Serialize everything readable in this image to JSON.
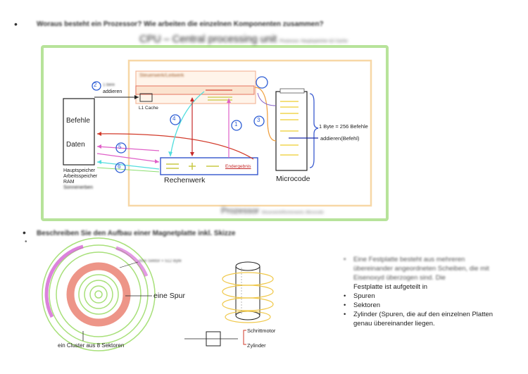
{
  "section1": {
    "bullet": "•",
    "question": "Woraus besteht ein Prozessor? Wie arbeiten die einzelnen Komponenten zusammen?"
  },
  "cpu": {
    "title": "CPU – Central processing unit",
    "title_small": "Prozessor, Hauptspeicher &2 Cache",
    "steuerwerk": "Steuerwerk/Leitwerk",
    "l1_cache": "L1 Cache",
    "memory_box": {
      "line1": "Befehle",
      "line2": "Daten"
    },
    "memory_caption": [
      "Hauptspeicher",
      "Arbeitsspeicher",
      "RAM",
      "Sonnenerben"
    ],
    "step1_num": "1",
    "step1_a": "1 bere",
    "step1_b": "addieren",
    "rechenwerk": "Rechenwerk",
    "ergebnis": "Endergebnis",
    "microcode": "Microcode",
    "byte_note": "1 Byte = 256 Befehle",
    "addieren_note": "addieren(Befehl)",
    "processor_label": "Prozessor",
    "processor_small": "Steuerwerk/Rechenwerk, Microcode",
    "circle_numbers": [
      "2",
      "4",
      "1",
      "3",
      "5",
      "6"
    ]
  },
  "section2": {
    "bullet": "•",
    "question": "Beschreiben Sie den Aufbau einer Magnetplatte inkl. Skizze",
    "sub_bullet": "•"
  },
  "disk": {
    "top_note": "eine Sektor = 512 Byte",
    "spur_label": "eine Spur",
    "cluster_label": "ein Cluster aus 8 Sektoren",
    "schrittmotor": "Schrittmotor",
    "zylinder": "Zylinder"
  },
  "right_list": {
    "intro_blurred": "Eine Festplatte besteht aus mehreren übereinander angeordneten Scheiben, die mit Eisenoxyd überzogen sind. Die",
    "intro_visible": "Festplatte ist aufgeteilt in",
    "bullet": "•",
    "items": [
      "Spuren",
      "Sektoren",
      "Zylinder (Spuren, die auf den einzelnen Platten genau übereinander liegen."
    ]
  }
}
